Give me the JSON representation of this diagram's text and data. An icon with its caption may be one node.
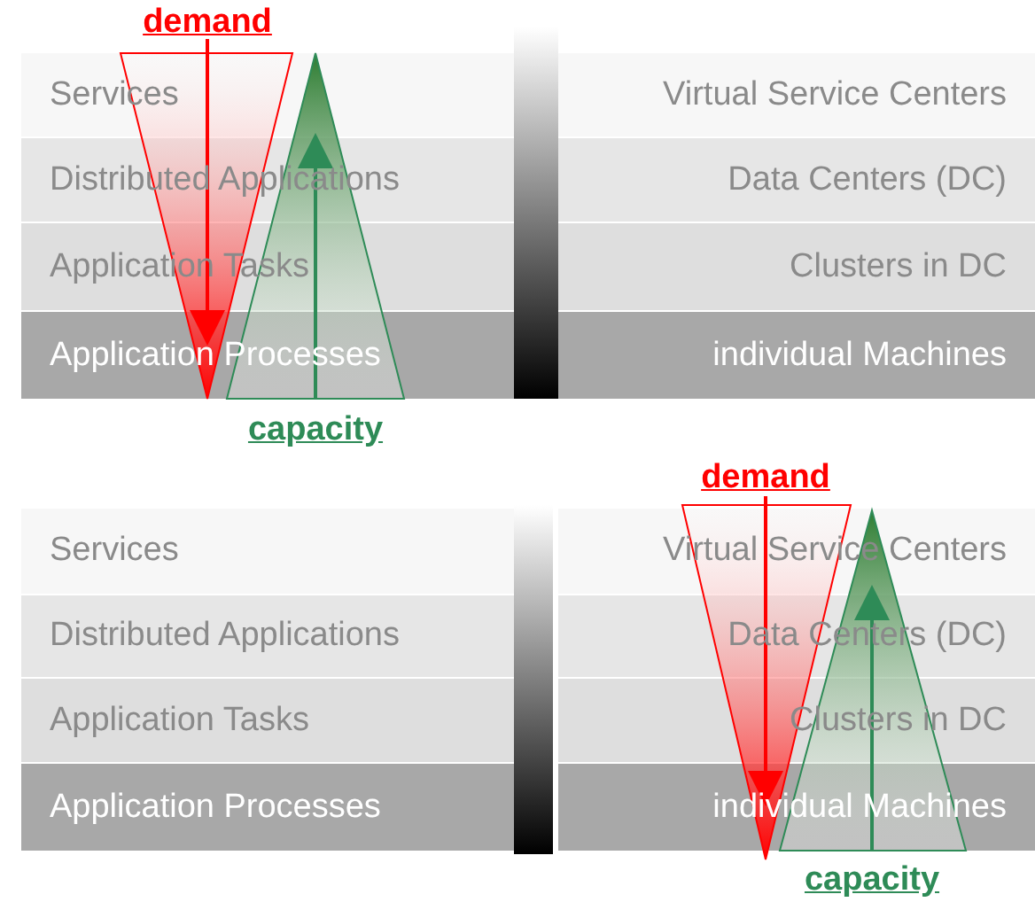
{
  "diagram": {
    "nodes": [
      {
        "text": [
          "Services"
        ]
      },
      {
        "text": [
          "Distributed Applications"
        ]
      },
      {
        "text": [
          "Application Tasks"
        ]
      },
      {
        "text": [
          "Application Processes"
        ]
      },
      {
        "text": [
          "Virtual Service Centers"
        ]
      },
      {
        "text": [
          "Data Centers (DC)"
        ]
      },
      {
        "text": [
          "Clusters in DC"
        ]
      },
      {
        "text": [
          "individual Machines"
        ]
      },
      {
        "text": [
          "demand"
        ]
      },
      {
        "text": [
          "capacity"
        ]
      },
      {
        "text": [
          "Services"
        ]
      },
      {
        "text": [
          "Distributed Applications"
        ]
      },
      {
        "text": [
          "Application Tasks"
        ]
      },
      {
        "text": [
          "Application Processes"
        ]
      },
      {
        "text": [
          "Virtual Service Centers"
        ]
      },
      {
        "text": [
          "Data Centers (DC)"
        ]
      },
      {
        "text": [
          "Clusters in DC"
        ]
      },
      {
        "text": [
          "individual Machines"
        ]
      },
      {
        "text": [
          "demand"
        ]
      },
      {
        "text": [
          "capacity"
        ]
      },
      {
        "text": [],
        "shape": "bar"
      },
      {
        "text": [],
        "shape": "bar"
      }
    ],
    "edges": []
  }
}
